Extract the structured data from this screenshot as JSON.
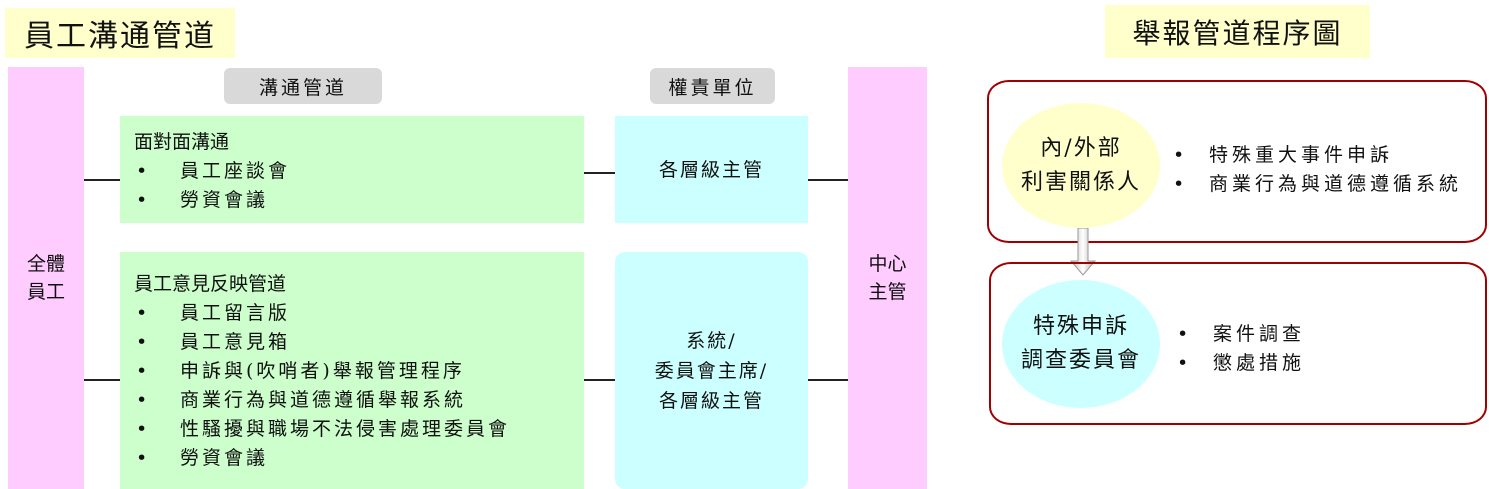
{
  "left": {
    "title": "員工溝通管道",
    "employees": "全體員工",
    "header_channel": "溝通管道",
    "header_unit": "權責單位",
    "center": "中心主管",
    "rows": [
      {
        "channel_title": "面對面溝通",
        "items": [
          "員工座談會",
          "勞資會議"
        ],
        "unit": "各層級主管"
      },
      {
        "channel_title": "員工意見反映管道",
        "items": [
          "員工留言版",
          "員工意見箱",
          "申訴與(吹哨者)舉報管理程序",
          "商業行為與道德遵循舉報系統",
          "性騷擾與職場不法侵害處理委員會",
          "勞資會議"
        ],
        "unit_lines": [
          "系統/",
          "委員會主席/",
          "各層級主管"
        ]
      }
    ]
  },
  "right": {
    "title": "舉報管道程序圖",
    "steps": [
      {
        "lines": [
          "內/外部",
          "利害關係人"
        ],
        "items": [
          "特殊重大事件申訴",
          "商業行為與道德遵循系統"
        ]
      },
      {
        "lines": [
          "特殊申訴",
          "調查委員會"
        ],
        "items": [
          "案件調查",
          "懲處措施"
        ]
      }
    ]
  },
  "colors": {
    "yellow": "#ffffcc",
    "pink": "#ffccff",
    "green": "#ccffcc",
    "cyan": "#ccffff",
    "gray": "#d9d9d9",
    "red_border": "#a00000"
  }
}
